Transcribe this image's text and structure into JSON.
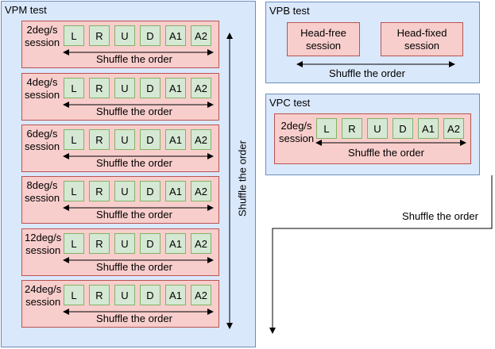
{
  "vpm": {
    "title": "VPM test",
    "sessions": [
      {
        "label": "2deg/s\nsession"
      },
      {
        "label": "4deg/s\nsession"
      },
      {
        "label": "6deg/s\nsession"
      },
      {
        "label": "8deg/s\nsession"
      },
      {
        "label": "12deg/s\nsession"
      },
      {
        "label": "24deg/s\nsession"
      }
    ],
    "conditions": [
      "L",
      "R",
      "U",
      "D",
      "A1",
      "A2"
    ],
    "inner_shuffle": "Shuffle the order",
    "vertical_shuffle": "Shuffle the order"
  },
  "vpb": {
    "title": "VPB test",
    "head_free": "Head-free\nsession",
    "head_fixed": "Head-fixed\nsession",
    "shuffle": "Shuffle the order"
  },
  "vpc": {
    "title": "VPC test",
    "session_label": "2deg/s\nsession",
    "conditions": [
      "L",
      "R",
      "U",
      "D",
      "A1",
      "A2"
    ],
    "shuffle": "Shuffle the order"
  },
  "outer_shuffle": "Shuffle the order"
}
